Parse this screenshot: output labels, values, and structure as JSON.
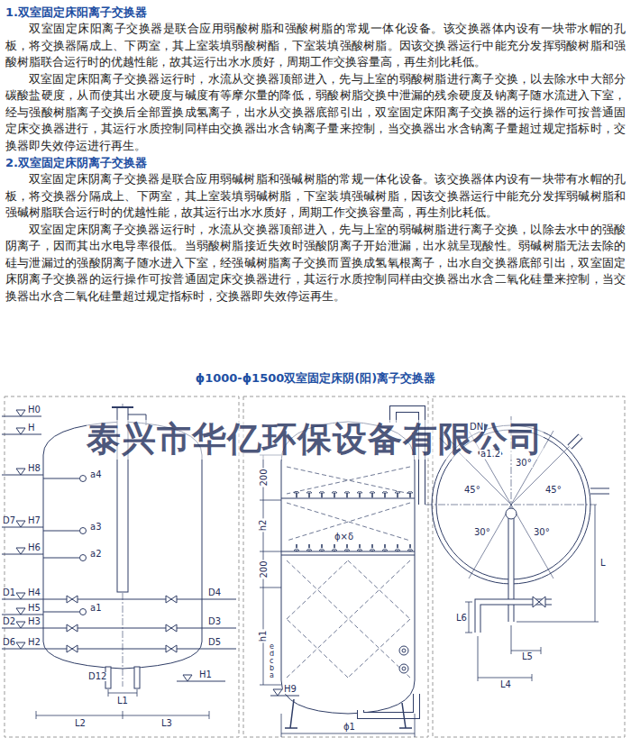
{
  "diagram": {
    "title": "ϕ1000-ϕ1500双室固定床阴(阳)离子交换器",
    "labels": [
      "1.双室固定床阳离子交换器",
      "双室固定床阳离子交换器是联合应用弱酸树脂和强酸树脂的常规一体化设备。该交换器体内设有一块带水帽的孔板，将交换器隔成上、下两室，其上室装填弱酸树酯，下室装填强酸树脂。因该交换器运行中能充分发挥弱酸树脂和强酸树脂联合运行时的优越性能，故其运行出水水质好，周期工作交换容量高，再生剂比耗低。",
      "双室固定床阳离子交换器运行时，水流从交换器顶部进入，先与上室的弱酸树脂进行离子交换，以去除水中大部分碳酸盐硬度，从而使其出水硬度与碱度有等摩尔量的降低，弱酸树脂交换中泄漏的残余硬度及钠离子随水流进入下室，经与强酸树脂离子交换后全部置换成氢离子，出水从交换器底部引出，双室固定床阳离子交换器的运行操作可按普通固定床交换器进行，其运行水质控制同样由交换器出水含钠离子量来控制，当交换器出水含钠离子量超过规定指标时，交换器即失效停运进行再生。",
      "2.双室固定床阴离子交换器",
      "双室固定床阴离子交换器是联合应用弱碱树脂和强碱树脂的常规一体化设备。该交换器体内设有一块带有水帽的孔板，将交换器分隔成上、下两室，其上室装填弱碱树脂，下室装填强碱树脂，因该交换器运行中能充分发挥弱碱树脂和强碱树脂联合运行时的优越性能，故其运行出水水质好，周期工作交换容量高，再生剂比耗低。",
      "双室固定床阴离子交换器运行时，水流从交换器顶部进入，先与上室的弱碱树脂进行离子交换，以除去水中的强酸阴离子，因而其出水电导率很低。当弱酸树脂接近失效时强酸阴离子开始泄漏，出水就呈现酸性。弱碱树脂无法去除的硅与泄漏过的强酸阴离子随水进入下室，经强碱树脂离子交换而置换成氢氧根离子，出水自交换器底部引出，双室固定床阴离子交换器的运行操作可按普通固定床交换器进行，其运行水质控制同样由交换器出水含二氧化硅量来控制，当交换器出水含二氧化硅量超过规定指标时，交换器即失效停运再生。",
      "泰兴市华亿环保设备有限公司",
      "H0",
      "H",
      "H8",
      "a4",
      "D7",
      "H7",
      "a3",
      "H6",
      "a2",
      "D1",
      "H4",
      "D4",
      "H5",
      "a1",
      "D2",
      "H3",
      "D3",
      "D6",
      "H2",
      "D5",
      "D12",
      "H1",
      "L1",
      "L2",
      "L3",
      "200",
      "h2",
      "ϕ×δ",
      "200",
      "h1",
      "a",
      "b",
      "c",
      "d",
      "e",
      "H9",
      "ϕ1",
      "DN",
      "a1.2",
      "30°",
      "45°",
      "45°",
      "30°",
      "30°",
      "L",
      "L6",
      "L5",
      "L4"
    ]
  }
}
